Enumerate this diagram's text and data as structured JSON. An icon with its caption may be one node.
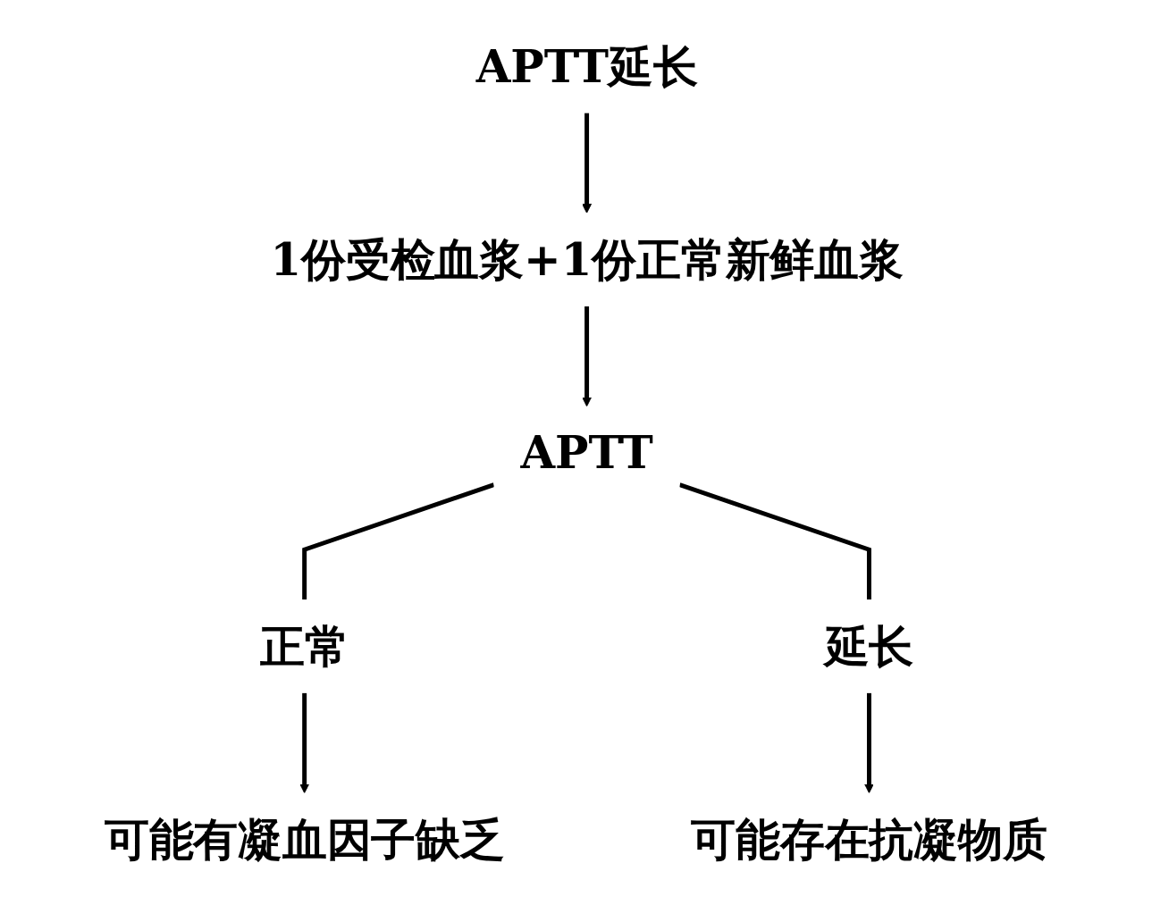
{
  "diagram": {
    "nodes": [
      {
        "text": [
          "APTT延长"
        ]
      },
      {
        "text": [
          "1份受检血浆+1份正常新鲜血浆"
        ]
      },
      {
        "text": [
          "APTT"
        ]
      },
      {
        "text": [
          "正常"
        ]
      },
      {
        "text": [
          "延长"
        ]
      },
      {
        "text": [
          "可能有凝血因子缺乏"
        ]
      },
      {
        "text": [
          "可能存在抗凝物质"
        ]
      }
    ],
    "edges": [
      {
        "from": 0,
        "to": 1,
        "arrow": "to"
      },
      {
        "from": 1,
        "to": 2,
        "arrow": "to"
      },
      {
        "from": 2,
        "to": 3,
        "arrow": "none"
      },
      {
        "from": 2,
        "to": 4,
        "arrow": "none"
      },
      {
        "from": 3,
        "to": 5,
        "arrow": "to"
      },
      {
        "from": 4,
        "to": 6,
        "arrow": "to"
      }
    ]
  }
}
